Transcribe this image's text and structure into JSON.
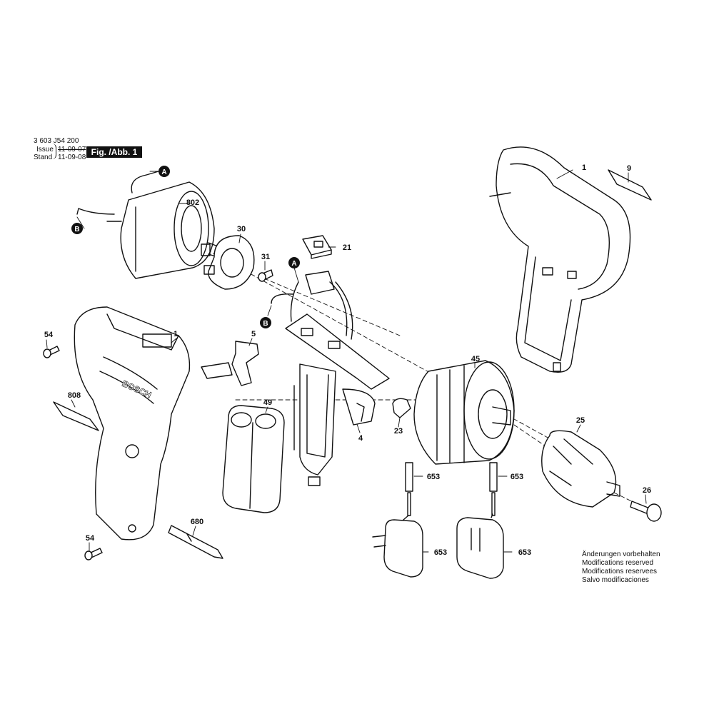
{
  "header": {
    "part_number": "3 603 J54 200",
    "issue_label": "Issue",
    "stand_label": "Stand",
    "issue_date": "11-09-07",
    "stand_date": "11-09-08",
    "figure_label": "Fig. /Abb. 1"
  },
  "connectors": {
    "a": "A",
    "b": "B"
  },
  "callouts": {
    "housing_right": "1",
    "housing_left": "1",
    "label_9": "9",
    "motor": "802",
    "bracket_30": "30",
    "screw_31": "31",
    "switch_cap_21": "21",
    "screw_54_top": "54",
    "screw_54_bottom": "54",
    "slider_5": "5",
    "switch_4": "4",
    "lever_23": "23",
    "gearbox_45": "45",
    "chuck_25": "25",
    "screw_26": "26",
    "nameplate_808": "808",
    "battery_49": "49",
    "bit_680": "680",
    "plug_653_a": "653",
    "plug_653_b": "653",
    "charger_653_a": "653",
    "charger_653_b": "653"
  },
  "notes": [
    "Änderungen vorbehalten",
    "Modifications reserved",
    "Modifications reservees",
    "Salvo modificaciones"
  ]
}
